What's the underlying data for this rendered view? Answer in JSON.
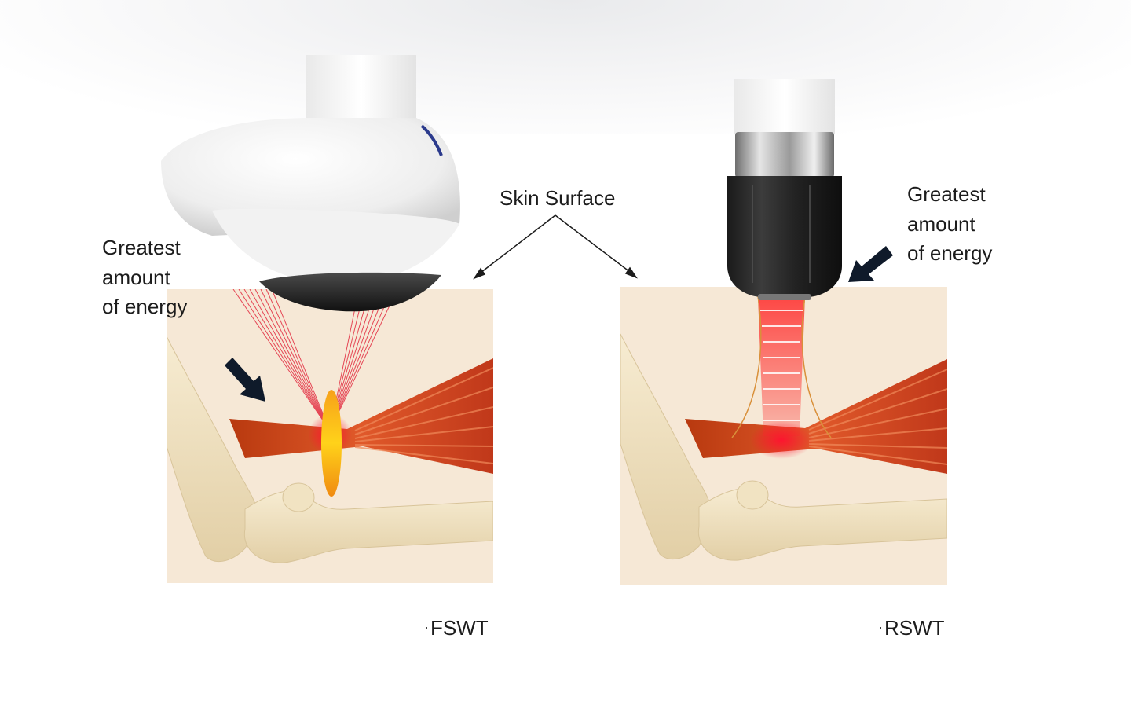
{
  "labels": {
    "skin_surface": "Skin Surface",
    "left_energy": [
      "Greatest",
      "amount",
      "of energy"
    ],
    "right_energy": [
      "Greatest",
      "amount",
      "of energy"
    ],
    "fswt": "FSWT",
    "rswt": "RSWT",
    "bullet": "·"
  },
  "colors": {
    "tissue": "#f6e8d6",
    "bone": "#efe0bf",
    "muscle": "#d24a1f",
    "beam": "#e0102a",
    "focus": "#f2b31a",
    "arrow": "#0f1a2a",
    "applicator_body": "#f4f4f4",
    "radial_head": "#2a2a2a"
  },
  "icons": [
    "pointer-arrow-icon"
  ]
}
